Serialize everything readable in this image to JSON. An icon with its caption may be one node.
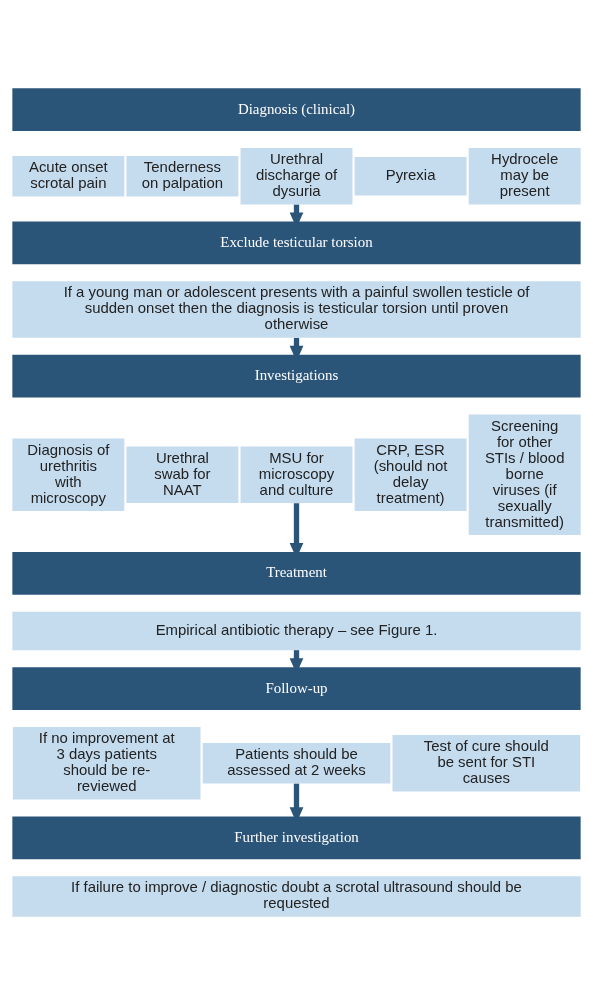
{
  "diagram": {
    "nodes": [
      {
        "text": [
          "Diagnosis (clinical)"
        ]
      },
      {
        "text": [
          "Acute onset scrotal pain"
        ]
      },
      {
        "text": [
          "Tenderness on palpation"
        ]
      },
      {
        "text": [
          "Urethral discharge of dysuria"
        ]
      },
      {
        "text": [
          "Pyrexia"
        ]
      },
      {
        "text": [
          "Hydrocele may be present"
        ]
      },
      {
        "text": [
          "Exclude testicular torsion"
        ]
      },
      {
        "text": [
          "If a young man or adolescent presents with a painful swollen testicle of sudden onset then the diagnosis is testicular torsion until proven otherwise"
        ]
      },
      {
        "text": [
          "Investigations"
        ]
      },
      {
        "text": [
          "Diagnosis of urethritis with microscopy"
        ]
      },
      {
        "text": [
          "Urethral swab for NAAT"
        ]
      },
      {
        "text": [
          "MSU for microscopy and culture"
        ]
      },
      {
        "text": [
          "CRP, ESR (should not delay treatment)"
        ]
      },
      {
        "text": [
          "Screening for other STIs / blood borne viruses (if sexually transmitted)"
        ]
      },
      {
        "text": [
          "Treatment"
        ]
      },
      {
        "text": [
          "Empirical antibiotic therapy – see Figure 1."
        ]
      },
      {
        "text": [
          "Follow-up"
        ]
      },
      {
        "text": [
          "If no improvement at 3 days patients should be re-reviewed"
        ]
      },
      {
        "text": [
          "Patients should be assessed at 2 weeks"
        ]
      },
      {
        "text": [
          "Test of cure should be sent for STI causes"
        ]
      },
      {
        "text": [
          "Further investigation"
        ]
      },
      {
        "text": [
          "If failure to improve / diagnostic doubt a scrotal ultrasound should be requested"
        ]
      }
    ],
    "edges": [
      {
        "from": 3,
        "to": 6,
        "arrow": "to"
      },
      {
        "from": 7,
        "to": 8,
        "arrow": "to"
      },
      {
        "from": 11,
        "to": 14,
        "arrow": "to"
      },
      {
        "from": 15,
        "to": 16,
        "arrow": "to"
      },
      {
        "from": 18,
        "to": 20,
        "arrow": "to"
      }
    ]
  }
}
